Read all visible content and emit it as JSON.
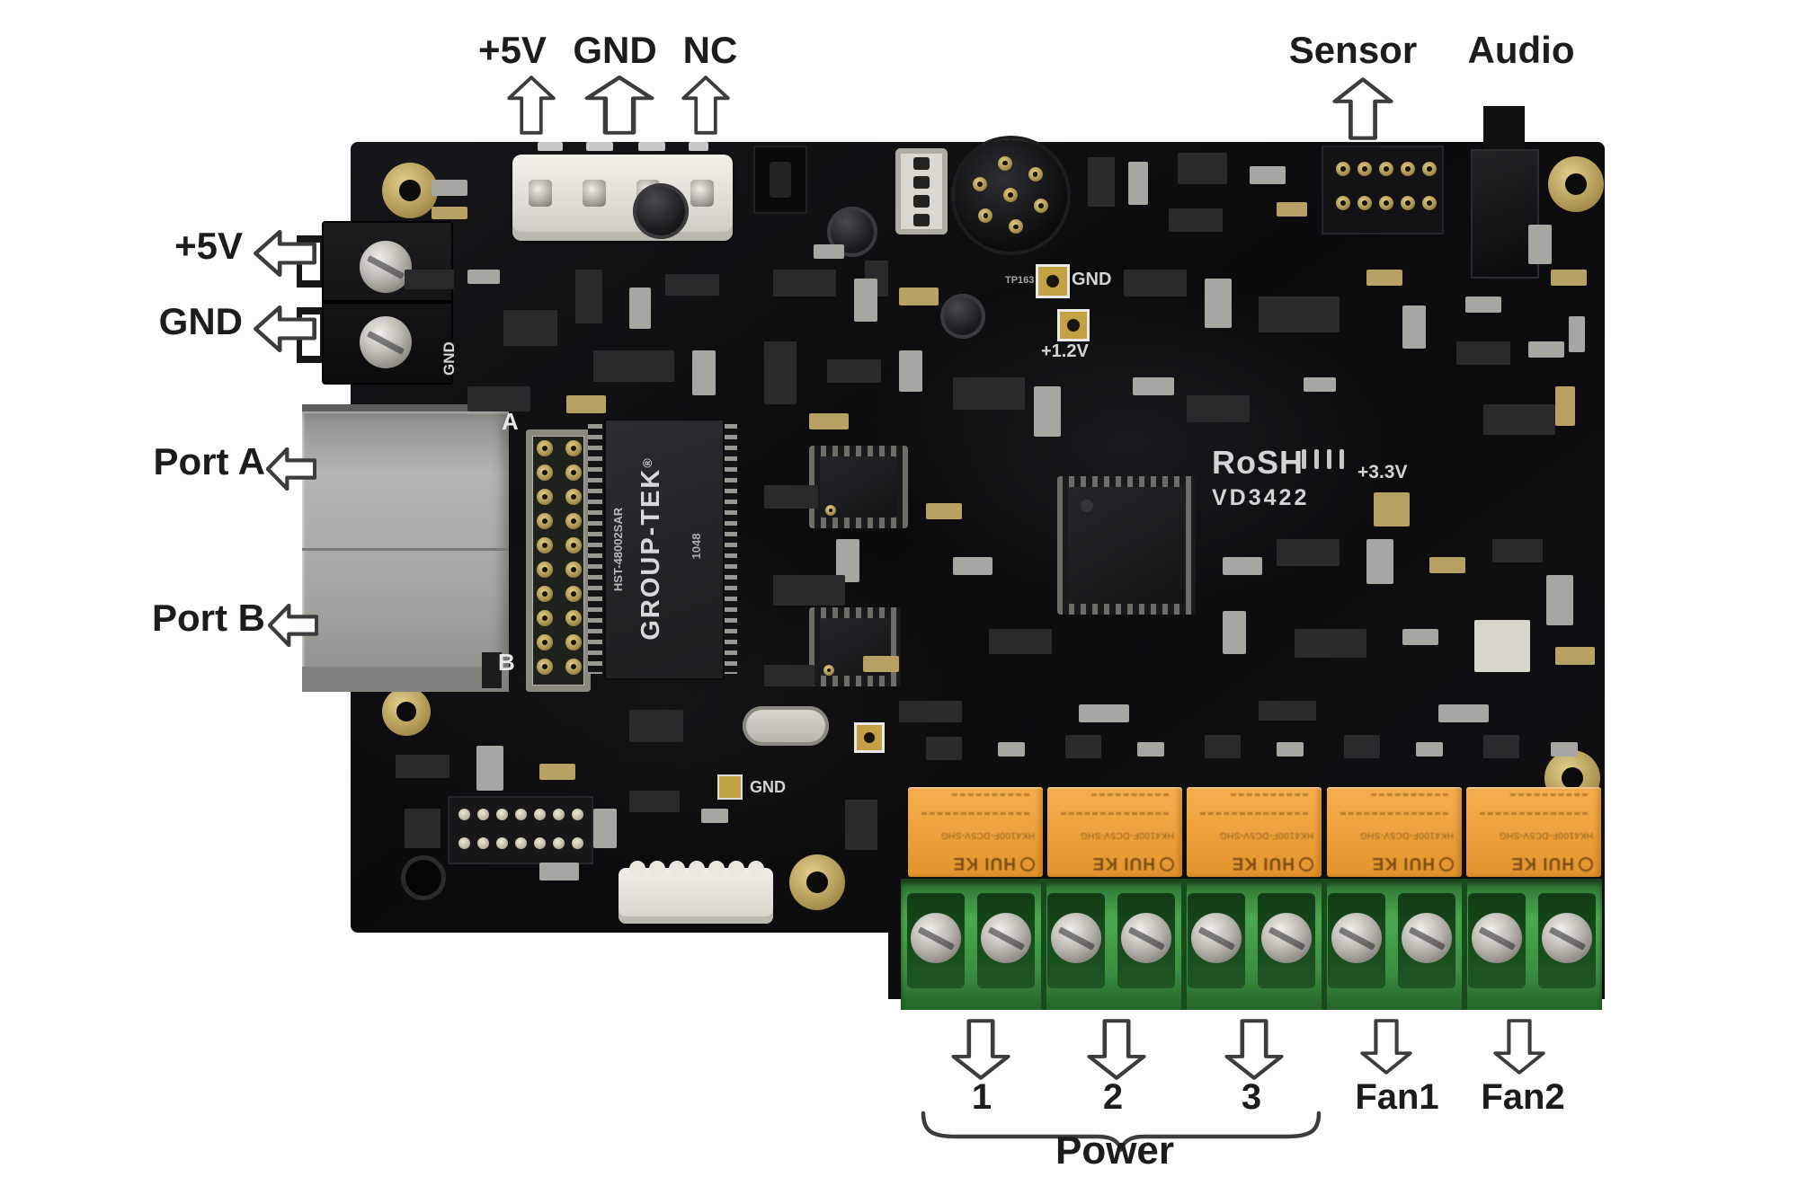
{
  "annotations": {
    "top": [
      {
        "id": "plus5v",
        "label": "+5V"
      },
      {
        "id": "gnd",
        "label": "GND"
      },
      {
        "id": "nc",
        "label": "NC"
      }
    ],
    "top_right": [
      {
        "id": "sensor",
        "label": "Sensor"
      },
      {
        "id": "audio",
        "label": "Audio"
      }
    ],
    "left": [
      {
        "id": "plus5v",
        "label": "+5V"
      },
      {
        "id": "gnd",
        "label": "GND"
      },
      {
        "id": "port_a",
        "label": "Port A"
      },
      {
        "id": "port_b",
        "label": "Port B"
      }
    ],
    "bottom": [
      {
        "id": "out1",
        "label": "1"
      },
      {
        "id": "out2",
        "label": "2"
      },
      {
        "id": "out3",
        "label": "3"
      },
      {
        "id": "fan1",
        "label": "Fan1"
      },
      {
        "id": "fan2",
        "label": "Fan2"
      }
    ],
    "group": {
      "label": "Power"
    }
  },
  "board": {
    "silkscreen": {
      "rosh": "RoSH",
      "model": "VD3422",
      "v33": "+3.3V",
      "v12": "+1.2V",
      "tp163": "TP163",
      "tp_gnd": "GND",
      "gnd_bottom": "GND",
      "gnd_side": "GND",
      "mark_a": "A",
      "mark_b": "B"
    },
    "ethernet_chip": {
      "brand": "GROUP-TEK",
      "reg": "®",
      "part": "HST-48002SAR",
      "date_code": "1048"
    },
    "relay": {
      "brand": "HUI KE",
      "part": "HK4100F-DC5V-SHG",
      "count": 5
    }
  },
  "colors": {
    "pcb": "#0e0e10",
    "relay_orange": "#f0a23e",
    "terminal_green": "#3f9e44",
    "gold": "#b39a57",
    "label_ink": "#1c1c1c"
  }
}
